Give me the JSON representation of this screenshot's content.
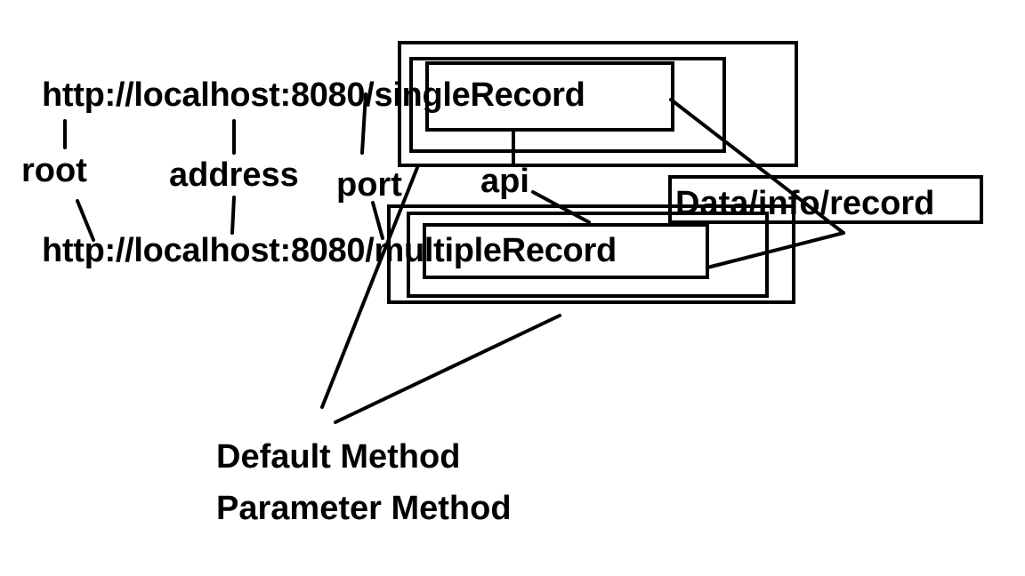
{
  "diagram": {
    "urls": {
      "single": "http://localhost:8080/singleRecord",
      "multiple": "http://localhost:8080/multipleRecord"
    },
    "labels": {
      "root": "root",
      "address": "address",
      "port": "port",
      "api": "api",
      "data": "Data/info/record"
    },
    "methods": {
      "default": "Default Method",
      "parameter": "Parameter Method"
    },
    "colors": {
      "ink": "#000000",
      "background": "#ffffff"
    }
  }
}
